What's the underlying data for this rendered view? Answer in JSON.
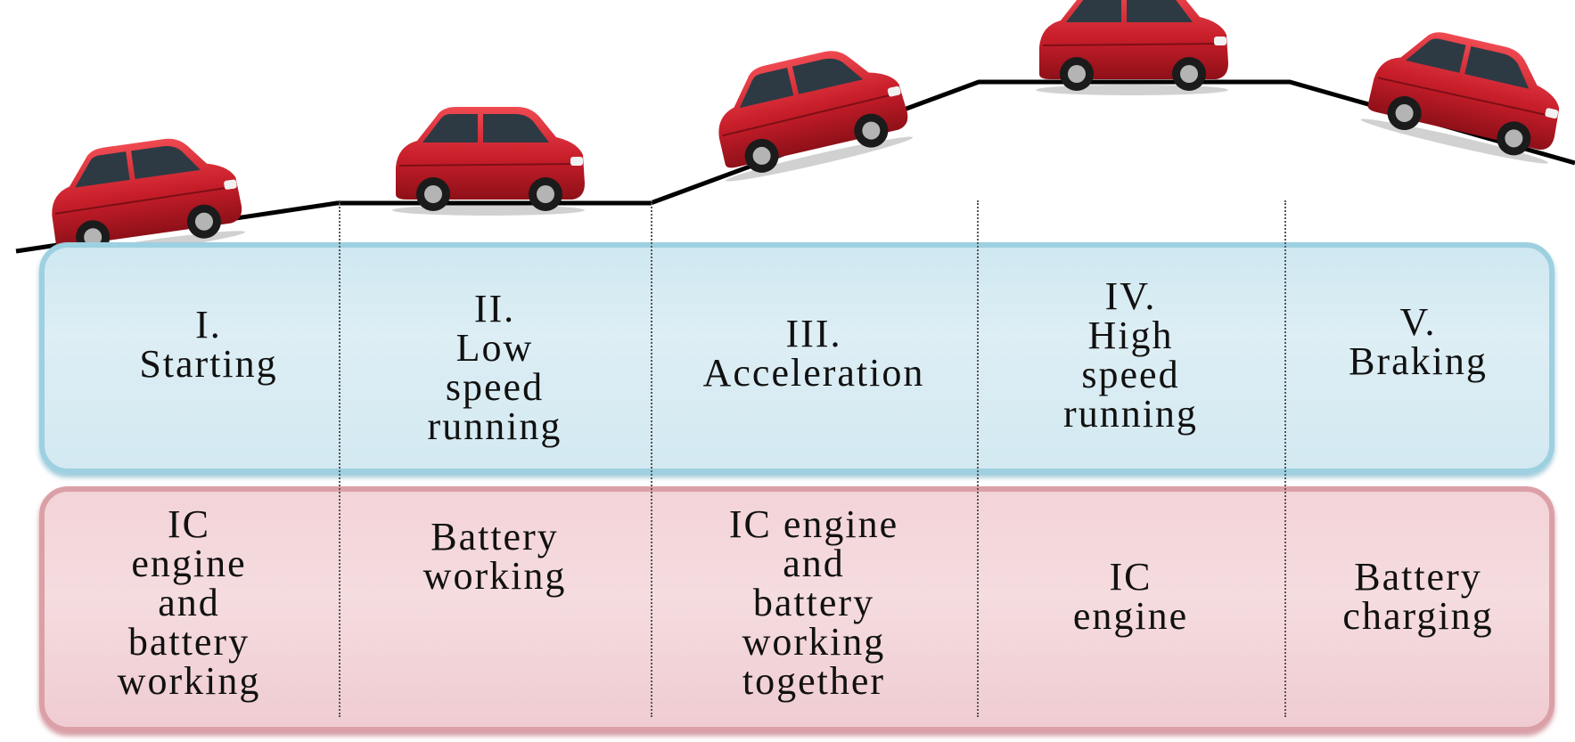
{
  "colors": {
    "phase_band": "#d6ebf3",
    "phase_border": "#9dd0e0",
    "mode_band": "#f3d6da",
    "mode_border": "#dba0a7",
    "road": "#000000",
    "car_body": "#d0202c"
  },
  "stages": [
    {
      "phase": "I.\nStarting",
      "mode": "IC\nengine\nand\nbattery\nworking"
    },
    {
      "phase": "II.\nLow\nspeed\nrunning",
      "mode": "Battery\nworking"
    },
    {
      "phase": "III.\nAcceleration",
      "mode": "IC engine\nand\nbattery\nworking\ntogether"
    },
    {
      "phase": "IV.\nHigh\nspeed\nrunning",
      "mode": "IC\nengine"
    },
    {
      "phase": "V.\nBraking",
      "mode": "Battery\ncharging"
    }
  ]
}
